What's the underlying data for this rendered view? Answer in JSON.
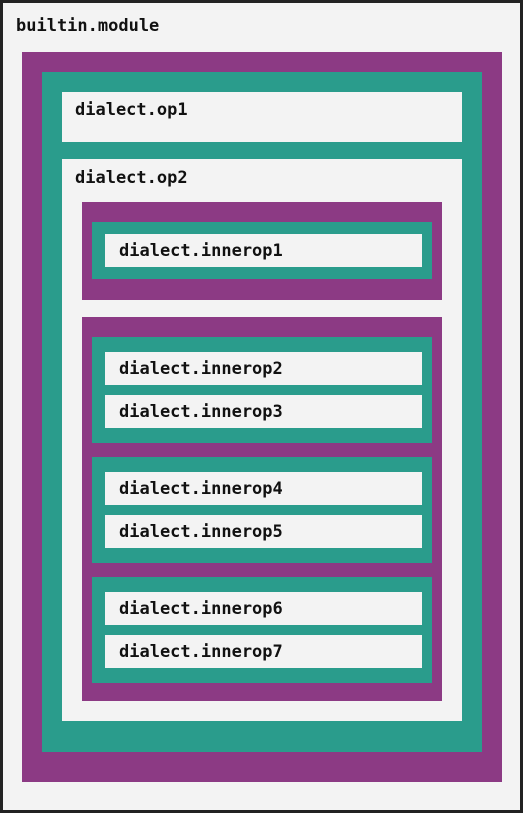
{
  "colors": {
    "background": "#f3f3f3",
    "border": "#222222",
    "region": "#8c3a84",
    "block": "#2a9c8c",
    "op": "#f3f3f3"
  },
  "module": {
    "label": "builtin.module",
    "ops": [
      {
        "label": "dialect.op1"
      },
      {
        "label": "dialect.op2",
        "regions": [
          {
            "blocks": [
              {
                "ops": [
                  "dialect.innerop1"
                ]
              }
            ]
          },
          {
            "blocks": [
              {
                "ops": [
                  "dialect.innerop2",
                  "dialect.innerop3"
                ]
              },
              {
                "ops": [
                  "dialect.innerop4",
                  "dialect.innerop5"
                ]
              },
              {
                "ops": [
                  "dialect.innerop6",
                  "dialect.innerop7"
                ]
              }
            ]
          }
        ]
      }
    ]
  }
}
